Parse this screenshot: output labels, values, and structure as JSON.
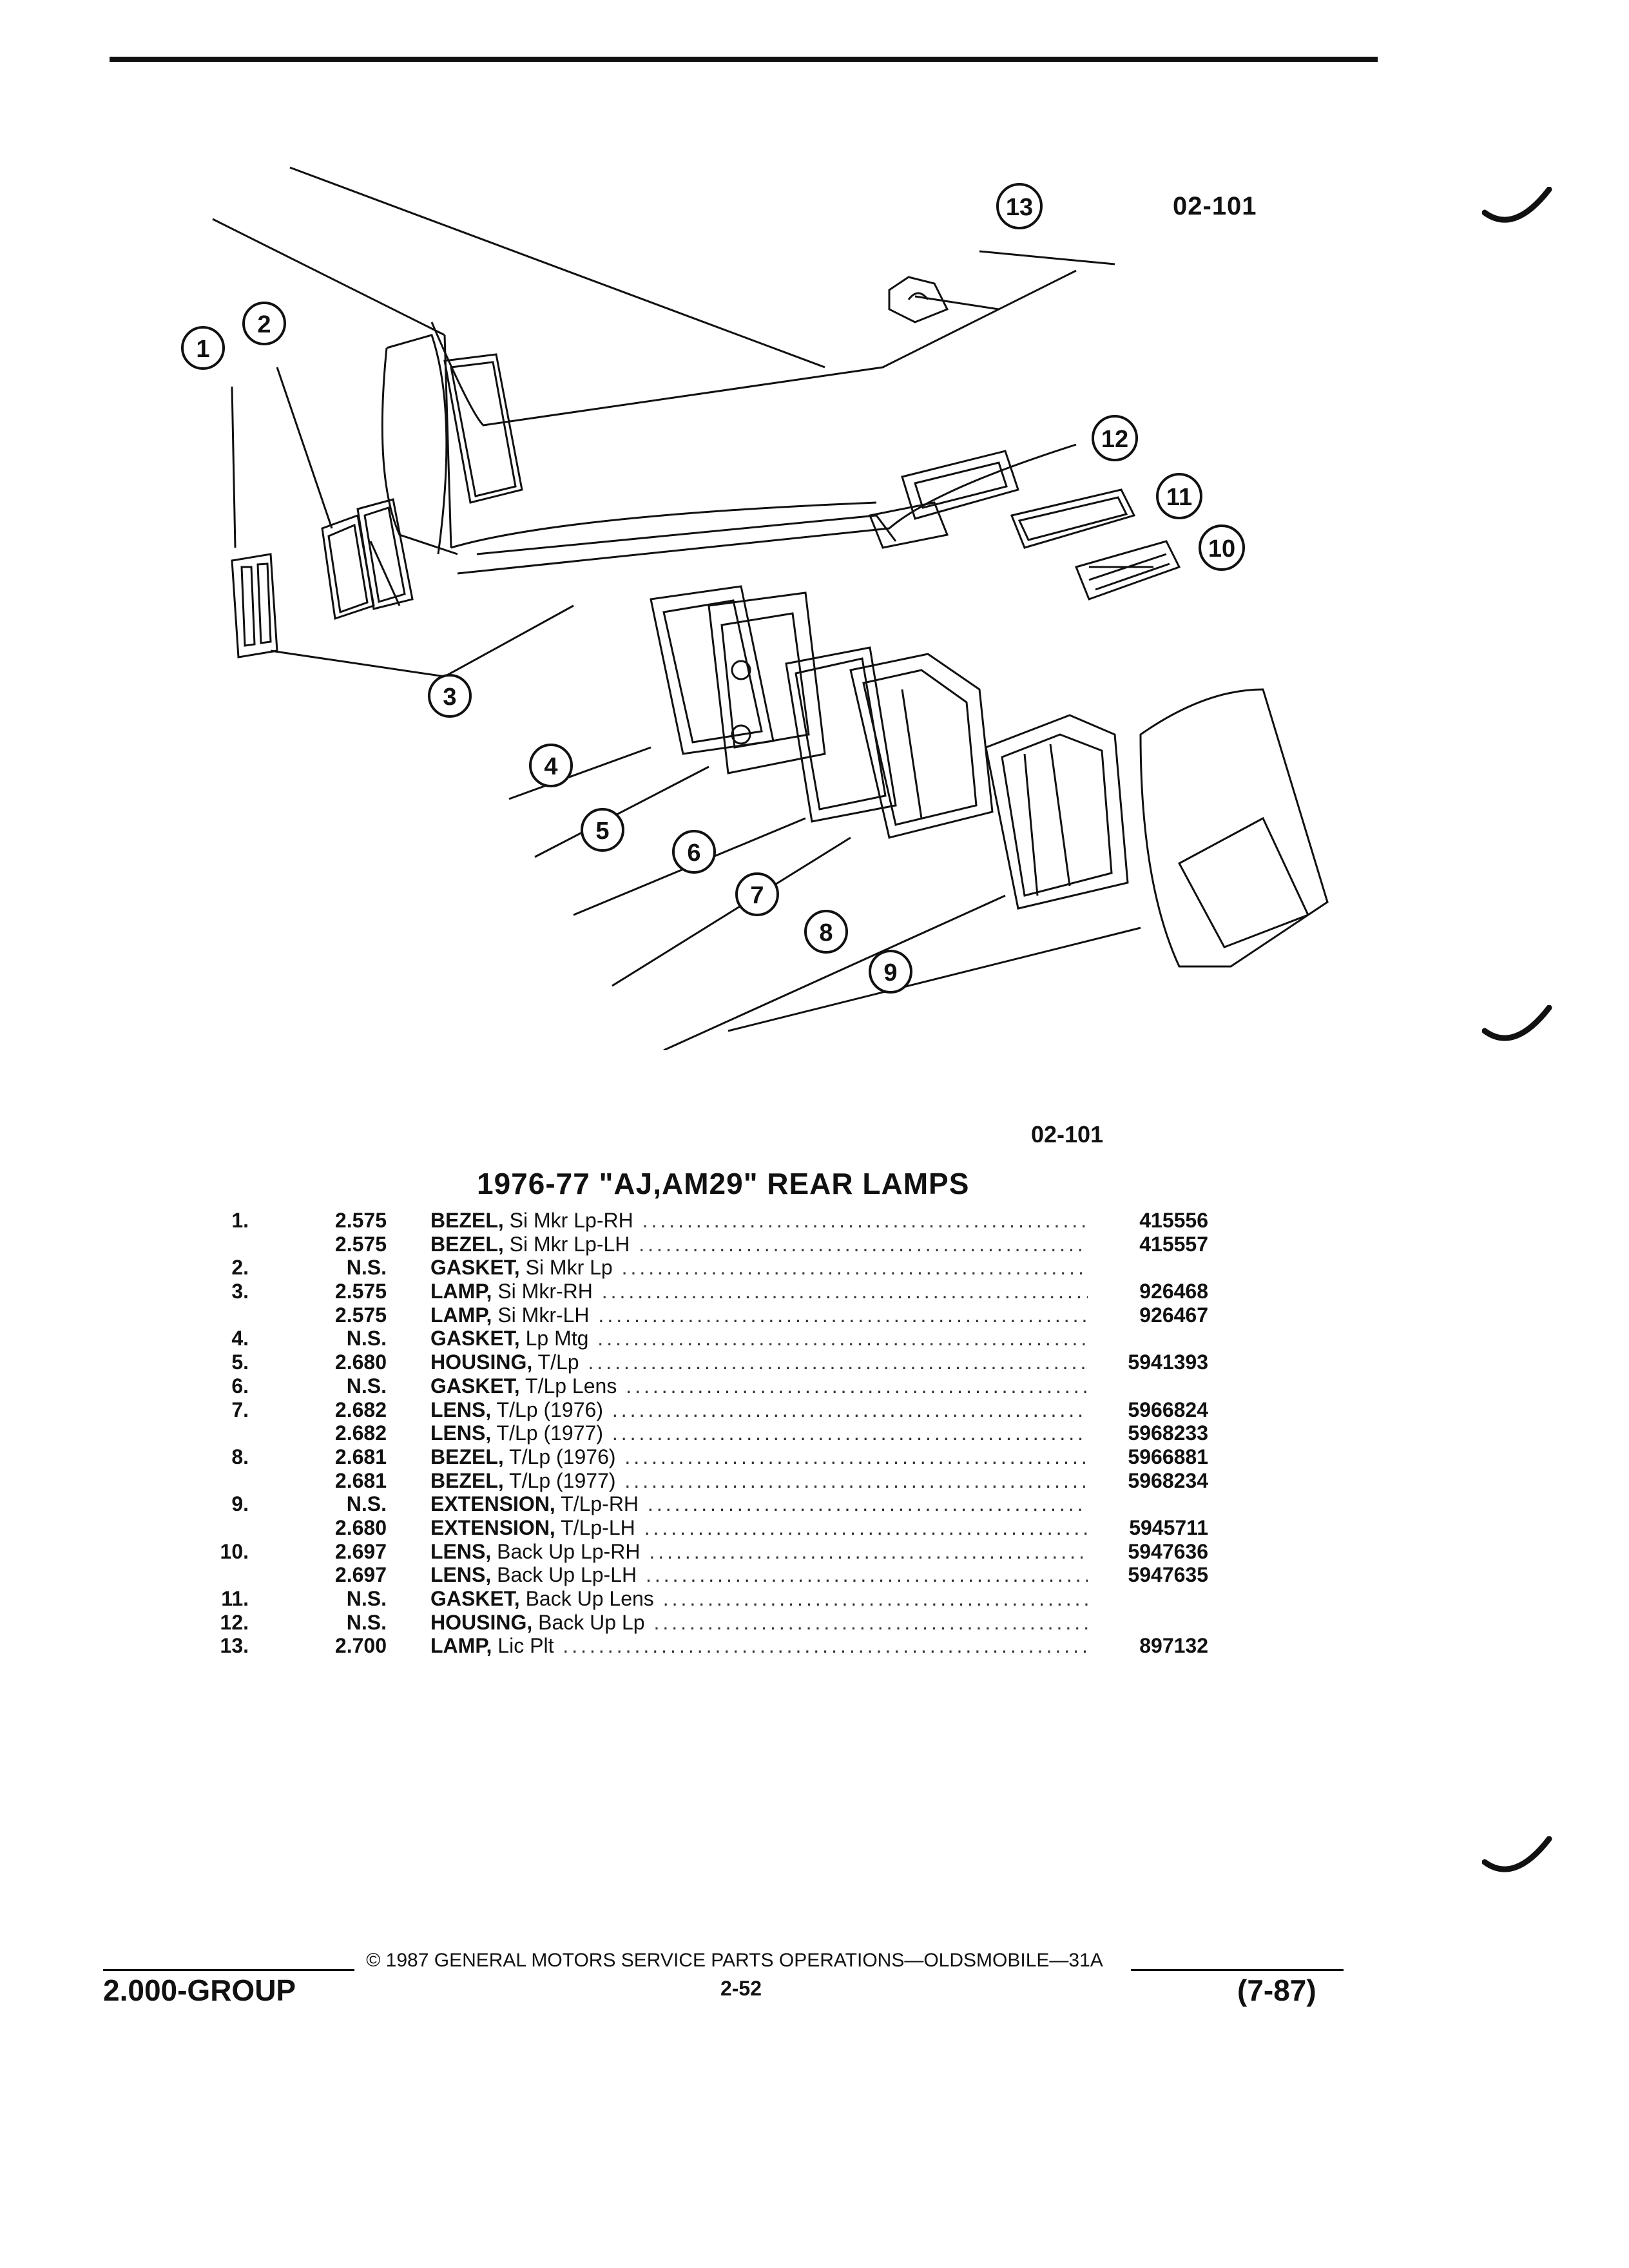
{
  "header": {
    "figure_code_top": "02-101"
  },
  "diagram": {
    "callouts": [
      "1",
      "2",
      "3",
      "4",
      "5",
      "6",
      "7",
      "8",
      "9",
      "10",
      "11",
      "12",
      "13"
    ]
  },
  "caption": {
    "figure_code": "02-101",
    "title": "1976-77 \"AJ,AM29\" REAR LAMPS"
  },
  "parts": [
    {
      "item": "1.",
      "group": "2.575",
      "name": "BEZEL,",
      "desc": "Si Mkr Lp-RH",
      "part": "415556"
    },
    {
      "item": "",
      "group": "2.575",
      "name": "BEZEL,",
      "desc": "Si Mkr Lp-LH",
      "part": "415557"
    },
    {
      "item": "2.",
      "group": "N.S.",
      "name": "GASKET,",
      "desc": "Si Mkr Lp",
      "part": ""
    },
    {
      "item": "3.",
      "group": "2.575",
      "name": "LAMP,",
      "desc": "Si Mkr-RH",
      "part": "926468"
    },
    {
      "item": "",
      "group": "2.575",
      "name": "LAMP,",
      "desc": "Si Mkr-LH",
      "part": "926467"
    },
    {
      "item": "4.",
      "group": "N.S.",
      "name": "GASKET,",
      "desc": "Lp Mtg",
      "part": ""
    },
    {
      "item": "5.",
      "group": "2.680",
      "name": "HOUSING,",
      "desc": "T/Lp",
      "part": "5941393"
    },
    {
      "item": "6.",
      "group": "N.S.",
      "name": "GASKET,",
      "desc": "T/Lp Lens",
      "part": ""
    },
    {
      "item": "7.",
      "group": "2.682",
      "name": "LENS,",
      "desc": "T/Lp (1976)",
      "part": "5966824"
    },
    {
      "item": "",
      "group": "2.682",
      "name": "LENS,",
      "desc": "T/Lp (1977)",
      "part": "5968233"
    },
    {
      "item": "8.",
      "group": "2.681",
      "name": "BEZEL,",
      "desc": "T/Lp (1976)",
      "part": "5966881"
    },
    {
      "item": "",
      "group": "2.681",
      "name": "BEZEL,",
      "desc": "T/Lp (1977)",
      "part": "5968234"
    },
    {
      "item": "9.",
      "group": "N.S.",
      "name": "EXTENSION,",
      "desc": "T/Lp-RH",
      "part": ""
    },
    {
      "item": "",
      "group": "2.680",
      "name": "EXTENSION,",
      "desc": "T/Lp-LH",
      "part": "5945711"
    },
    {
      "item": "10.",
      "group": "2.697",
      "name": "LENS,",
      "desc": "Back Up Lp-RH",
      "part": "5947636"
    },
    {
      "item": "",
      "group": "2.697",
      "name": "LENS,",
      "desc": "Back Up Lp-LH",
      "part": "5947635"
    },
    {
      "item": "11.",
      "group": "N.S.",
      "name": "GASKET,",
      "desc": "Back Up Lens",
      "part": ""
    },
    {
      "item": "12.",
      "group": "N.S.",
      "name": "HOUSING,",
      "desc": "Back Up Lp",
      "part": ""
    },
    {
      "item": "13.",
      "group": "2.700",
      "name": "LAMP,",
      "desc": "Lic Plt",
      "part": "897132"
    }
  ],
  "footer": {
    "copyright": "© 1987 GENERAL MOTORS SERVICE PARTS OPERATIONS—OLDSMOBILE—31A",
    "group": "2.000-GROUP",
    "page": "2-52",
    "date_code": "(7-87)"
  }
}
